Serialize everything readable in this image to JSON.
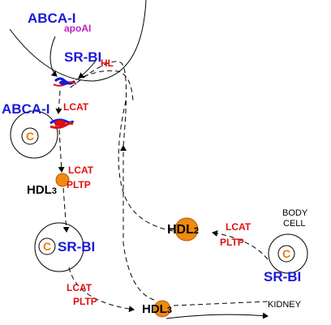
{
  "labels": {
    "abca1_top": "ABCA-I",
    "apoai": "apoAI",
    "srbi_top": "SR-BI",
    "hl": "HL",
    "abca1_mid": "ABCA-I",
    "lcat_top": "LCAT",
    "cell_c": "C",
    "lcat_hdl3": "LCAT",
    "pltp_hdl3": "PLTP",
    "hdl_main": "HDL",
    "hdl_sub3": "3",
    "cell2_c": "C",
    "srbi_mid": "SR-BI",
    "lcat_bottom": "LCAT",
    "pltp_bottom": "PLTP",
    "hdl2_main": "HDL",
    "hdl2_sub": "2",
    "lcat_hdl2": "LCAT",
    "pltp_hdl2": "PLTP",
    "body": "BODY",
    "cell": "CELL",
    "body_c": "C",
    "srbi_body": "SR-BI",
    "hdl_bottom_main": "HDL",
    "hdl_bottom_sub": "3",
    "kidney": "KIDNEY"
  },
  "colors": {
    "blue": "#1a1ad6",
    "red": "#e01010",
    "magenta": "#c020c0",
    "orange": "#f07a00",
    "particle": "#f08a10"
  }
}
